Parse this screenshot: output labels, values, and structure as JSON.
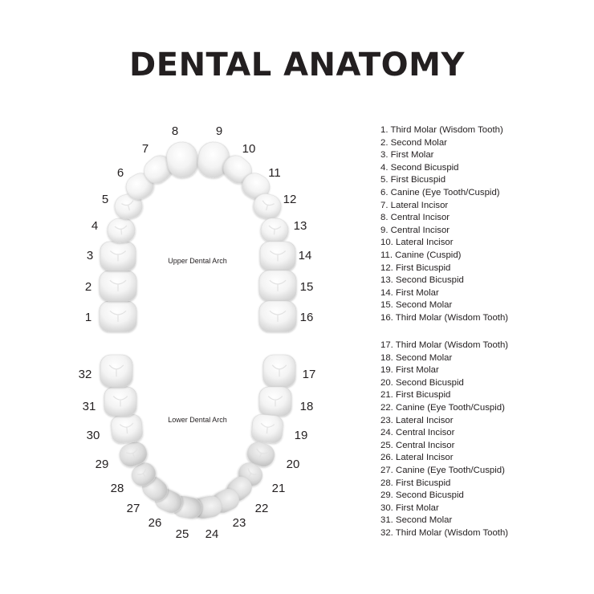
{
  "title": "DENTAL ANATOMY",
  "upper_arch_label": "Upper Dental Arch",
  "lower_arch_label": "Lower Dental Arch",
  "tooth_numbers": [
    "1",
    "2",
    "3",
    "4",
    "5",
    "6",
    "7",
    "8",
    "9",
    "10",
    "11",
    "12",
    "13",
    "14",
    "15",
    "16",
    "17",
    "18",
    "19",
    "20",
    "21",
    "22",
    "23",
    "24",
    "25",
    "26",
    "27",
    "28",
    "29",
    "30",
    "31",
    "32"
  ],
  "upper_legend": [
    "1. Third Molar (Wisdom Tooth)",
    "2. Second Molar",
    "3. First Molar",
    "4. Second Bicuspid",
    "5. First Bicuspid",
    "6. Canine (Eye Tooth/Cuspid)",
    "7. Lateral Incisor",
    "8. Central Incisor",
    "9. Central Incisor",
    "10. Lateral Incisor",
    "11. Canine (Cuspid)",
    "12. First Bicuspid",
    "13. Second Bicuspid",
    "14. First Molar",
    "15. Second Molar",
    "16. Third Molar (Wisdom Tooth)"
  ],
  "lower_legend": [
    "17. Third Molar (Wisdom Tooth)",
    "18. Second Molar",
    "19. First Molar",
    "20. Second Bicuspid",
    "21. First Bicuspid",
    "22. Canine (Eye Tooth/Cuspid)",
    "23. Lateral Incisor",
    "24. Central Incisor",
    "25. Central Incisor",
    "26. Lateral Incisor",
    "27. Canine (Eye Tooth/Cuspid)",
    "28. First Bicuspid",
    "29. Second Bicuspid",
    "30. First Molar",
    "31. Second Molar",
    "32. Third Molar (Wisdom Tooth)"
  ]
}
